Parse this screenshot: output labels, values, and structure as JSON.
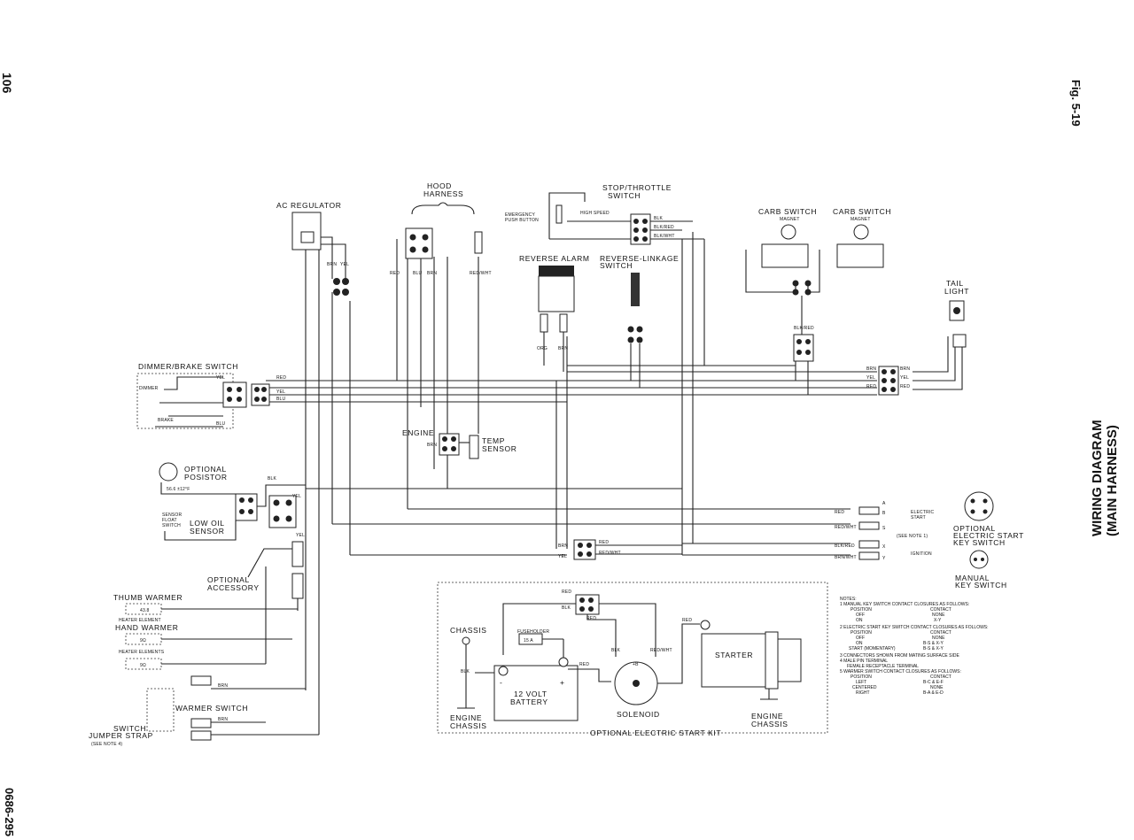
{
  "page": {
    "page_number": "106",
    "figure": "Fig. 5-19",
    "doc_code": "0686-295"
  },
  "title": {
    "line1": "WIRING DIAGRAM",
    "line2": "(MAIN HARNESS)"
  },
  "labels": {
    "hood_harness": [
      "HOOD",
      "HARNESS"
    ],
    "ac_regulator": "AC REGULATOR",
    "stop_throttle": [
      "STOP/THROTTLE",
      "SWITCH"
    ],
    "emergency_push": [
      "EMERGENCY",
      "PUSH BUTTON"
    ],
    "high_speed": "HIGH SPEED",
    "reverse_alarm": "REVERSE ALARM",
    "reverse_linkage": [
      "REVERSE-LINKAGE",
      "SWITCH"
    ],
    "carb_switch_1": "CARB SWITCH",
    "carb_switch_2": "CARB SWITCH",
    "magnet": "MAGNET",
    "tail_light": [
      "TAIL",
      "LIGHT"
    ],
    "dimmer_brake": "DIMMER/BRAKE SWITCH",
    "dimmer": "DIMMER",
    "brake": "BRAKE",
    "engine": "ENGINE",
    "temp_sensor": [
      "TEMP",
      "SENSOR"
    ],
    "optional_posistor": [
      "OPTIONAL",
      "POSISTOR"
    ],
    "posistor_value": "56.6 ±12°F",
    "sensor_float": [
      "SENSOR",
      "FLOAT",
      "SWITCH"
    ],
    "low_oil": [
      "LOW OIL",
      "SENSOR"
    ],
    "optional_accessory": [
      "OPTIONAL",
      "ACCESSORY"
    ],
    "thumb_warmer": "THUMB WARMER",
    "heater_element": "HEATER ELEMENT",
    "hand_warmer": "HAND WARMER",
    "heater_elements": "HEATER ELEMENTS",
    "thumb_ohms": "43.8",
    "hand_ohms_1": "9Ω",
    "hand_ohms_2": "9Ω",
    "warmer_switch": "WARMER SWITCH",
    "switch_jumper": [
      "SWITCH",
      "JUMPER STRAP"
    ],
    "see_note_4": "(SEE NOTE 4)",
    "electric_start": [
      "ELECTRIC",
      "START"
    ],
    "see_note_1": "(SEE NOTE 1)",
    "ignition": "IGNITION",
    "optional_key_switch": [
      "OPTIONAL",
      "ELECTRIC START",
      "KEY SWITCH"
    ],
    "manual_key_switch": [
      "MANUAL",
      "KEY SWITCH"
    ],
    "chassis": "CHASSIS",
    "fuseholder": "FUSEHOLDER",
    "fuse_value": "15 A",
    "battery": [
      "12 VOLT",
      "BATTERY"
    ],
    "solenoid": "SOLENOID",
    "starter": "STARTER",
    "engine_chassis": [
      "ENGINE",
      "CHASSIS"
    ],
    "optional_start_kit": "OPTIONAL ELECTRIC START KIT",
    "plus": "+",
    "minus": "-",
    "solenoid_terminal": "+B",
    "key_terminals": [
      "A",
      "B",
      "S",
      "X",
      "Y"
    ]
  },
  "wire_colors": {
    "red": "RED",
    "yel": "YEL",
    "blu": "BLU",
    "brn": "BRN",
    "blk": "BLK",
    "red_wht": "RED/WHT",
    "blk_red": "BLK/RED",
    "blk_wht": "BLK/WHT",
    "brn_wht": "BRN/WHT",
    "org": "ORG"
  },
  "notes": {
    "heading": "NOTES:",
    "n1": "1 MANUAL KEY SWITCH CONTACT CLOSURES AS FOLLOWS:",
    "n1_head": [
      "POSITION",
      "CONTACT"
    ],
    "n1_rows": [
      [
        "OFF",
        "NONE"
      ],
      [
        "ON",
        "X-Y"
      ]
    ],
    "n2": "2 ELECTRIC START KEY SWITCH CONTACT CLOSURES AS FOLLOWS:",
    "n2_head": [
      "POSITION",
      "CONTACT"
    ],
    "n2_rows": [
      [
        "OFF",
        "NONE"
      ],
      [
        "ON",
        "B-S & X-Y"
      ],
      [
        "START (MOMENTARY)",
        "B-S & X-Y"
      ]
    ],
    "n3": "3 CONNECTORS SHOWN FROM MATING SURFACE SIDE",
    "n4a": "4 MALE PIN TERMINAL",
    "n4b": "FEMALE RECEPTACLE TERMINAL",
    "n5": "5 WARMER SWITCH CONTACT CLOSURES AS FOLLOWS:",
    "n5_head": [
      "POSITION",
      "CONTACT"
    ],
    "n5_rows": [
      [
        "LEFT",
        "B-C & E-F"
      ],
      [
        "CENTERED",
        "NONE"
      ],
      [
        "RIGHT",
        "B-A & E-D"
      ]
    ]
  }
}
